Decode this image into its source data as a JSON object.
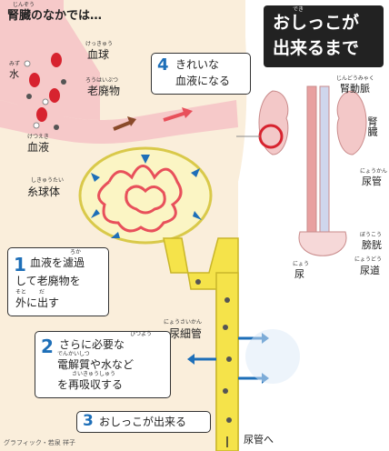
{
  "header": {
    "ruby": "じんぞう",
    "title": "腎臓のなかでは…"
  },
  "badge": {
    "ruby": "でき",
    "line1": "おしっこが",
    "line2": "出来るまで"
  },
  "blood_labels": {
    "water": {
      "ruby": "みず",
      "text": "水"
    },
    "blood_cells": {
      "ruby": "けっきゅう",
      "text": "血球"
    },
    "waste": {
      "ruby": "ろうはいぶつ",
      "text": "老廃物"
    },
    "plasma": {
      "ruby": "けつえき",
      "text": "血液"
    }
  },
  "glomerulus": {
    "ruby": "しきゅうたい",
    "text": "糸球体"
  },
  "tubule": {
    "ruby": "にょうさいかん",
    "text": "尿細管"
  },
  "steps": [
    {
      "num": "1",
      "lines": [
        "血液を濾過",
        "して老廃物を",
        "外に出す"
      ],
      "ruby": [
        "ろか",
        "そと",
        "だ"
      ]
    },
    {
      "num": "2",
      "lines": [
        "さらに必要な",
        "電解質や水など",
        "を再吸収する"
      ],
      "ruby": [
        "ひつよう",
        "でんかいしつ",
        "さいきゅうしゅう"
      ]
    },
    {
      "num": "3",
      "lines": [
        "おしっこが出来る"
      ]
    },
    {
      "num": "4",
      "lines": [
        "きれいな",
        "血液になる"
      ]
    }
  ],
  "anatomy": {
    "artery": {
      "ruby": "じんどうみゃく",
      "text": "腎動脈"
    },
    "kidney": {
      "text": "腎臓"
    },
    "ureter": {
      "ruby": "にょうかん",
      "text": "尿管"
    },
    "bladder": {
      "ruby": "ぼうこう",
      "text": "膀胱"
    },
    "urethra": {
      "ruby": "にょうどう",
      "text": "尿道"
    },
    "urine": {
      "ruby": "にょう",
      "text": "尿"
    }
  },
  "to_ureter": "尿管へ",
  "credit": "グラフィック・若泉 祥子",
  "colors": {
    "blood": "#e8505b",
    "vessel": "#f6c9c9",
    "tubule": "#f5e34a",
    "accent": "#1e6fb8",
    "badge": "#222222",
    "page_bg": "#faeedb"
  }
}
